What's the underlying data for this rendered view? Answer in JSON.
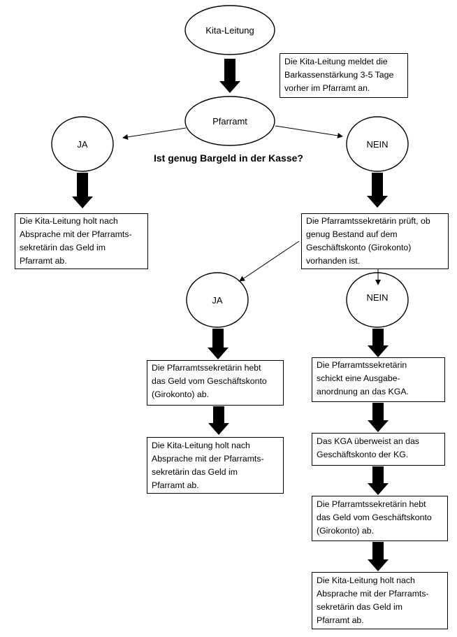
{
  "nodes": {
    "kita_leitung": "Kita-Leitung",
    "pfarramt": "Pfarramt",
    "ja_1": "JA",
    "nein_1": "NEIN",
    "ja_2": "JA",
    "nein_2": "NEIN"
  },
  "question": "Ist genug Bargeld in der Kasse?",
  "note": [
    "Die Kita-Leitung meldet die",
    "Barkassenstärkung 3-5 Tage",
    "vorher im Pfarramt an."
  ],
  "boxes": {
    "ja1_abholen": [
      "Die Kita-Leitung holt nach",
      "Absprache mit der Pfarramts-",
      "sekretärin das Geld im",
      "Pfarramt ab."
    ],
    "pruefung": [
      "Die Pfarramtssekretärin prüft, ob",
      "genug Bestand auf dem",
      "Geschäftskonto (Girokonto)",
      "vorhanden ist."
    ],
    "ja2_abheben": [
      "Die Pfarramtssekretärin hebt",
      "das Geld vom Geschäftskonto",
      "(Girokonto) ab."
    ],
    "ja2_abholen": [
      "Die Kita-Leitung holt nach",
      "Absprache mit der Pfarramts-",
      "sekretärin das Geld im",
      "Pfarramt ab."
    ],
    "nein2_anordnung": [
      "Die Pfarramtssekretärin",
      "schickt eine Ausgabe-",
      "anordnung an das KGA."
    ],
    "nein2_ueberweisung": [
      "Das KGA überweist an das",
      "Geschäftskonto der KG."
    ],
    "nein2_abheben": [
      "Die Pfarramtssekretärin hebt",
      "das Geld vom Geschäftskonto",
      "(Girokonto) ab."
    ],
    "nein2_abholen": [
      "Die Kita-Leitung holt nach",
      "Absprache mit der Pfarramts-",
      "sekretärin das Geld im",
      "Pfarramt ab."
    ]
  }
}
